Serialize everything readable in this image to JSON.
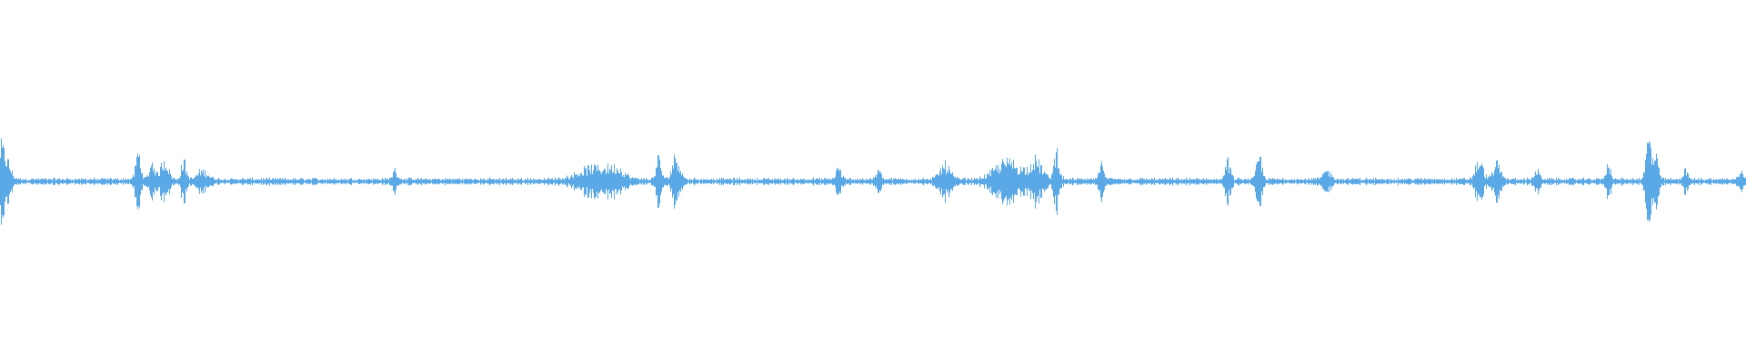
{
  "waveform": {
    "color": "#5aa9e6",
    "background": "#ffffff",
    "bursts": [
      {
        "pos": 0.0,
        "width": 0.003,
        "amp": 0.1
      },
      {
        "pos": 0.004,
        "width": 0.003,
        "amp": 0.05
      },
      {
        "pos": 0.079,
        "width": 0.002,
        "amp": 0.09
      },
      {
        "pos": 0.087,
        "width": 0.002,
        "amp": 0.06
      },
      {
        "pos": 0.094,
        "width": 0.003,
        "amp": 0.07
      },
      {
        "pos": 0.105,
        "width": 0.002,
        "amp": 0.06
      },
      {
        "pos": 0.116,
        "width": 0.004,
        "amp": 0.03
      },
      {
        "pos": 0.226,
        "width": 0.002,
        "amp": 0.03
      },
      {
        "pos": 0.34,
        "width": 0.012,
        "amp": 0.04
      },
      {
        "pos": 0.353,
        "width": 0.006,
        "amp": 0.03
      },
      {
        "pos": 0.377,
        "width": 0.002,
        "amp": 0.07
      },
      {
        "pos": 0.387,
        "width": 0.003,
        "amp": 0.08
      },
      {
        "pos": 0.48,
        "width": 0.002,
        "amp": 0.04
      },
      {
        "pos": 0.503,
        "width": 0.002,
        "amp": 0.03
      },
      {
        "pos": 0.541,
        "width": 0.004,
        "amp": 0.05
      },
      {
        "pos": 0.577,
        "width": 0.01,
        "amp": 0.06
      },
      {
        "pos": 0.593,
        "width": 0.005,
        "amp": 0.06
      },
      {
        "pos": 0.605,
        "width": 0.002,
        "amp": 0.1
      },
      {
        "pos": 0.631,
        "width": 0.002,
        "amp": 0.05
      },
      {
        "pos": 0.703,
        "width": 0.002,
        "amp": 0.06
      },
      {
        "pos": 0.721,
        "width": 0.002,
        "amp": 0.08
      },
      {
        "pos": 0.76,
        "width": 0.003,
        "amp": 0.03
      },
      {
        "pos": 0.847,
        "width": 0.003,
        "amp": 0.06
      },
      {
        "pos": 0.857,
        "width": 0.003,
        "amp": 0.05
      },
      {
        "pos": 0.88,
        "width": 0.002,
        "amp": 0.03
      },
      {
        "pos": 0.921,
        "width": 0.002,
        "amp": 0.05
      },
      {
        "pos": 0.944,
        "width": 0.002,
        "amp": 0.14
      },
      {
        "pos": 0.948,
        "width": 0.002,
        "amp": 0.08
      },
      {
        "pos": 0.965,
        "width": 0.002,
        "amp": 0.03
      },
      {
        "pos": 0.997,
        "width": 0.002,
        "amp": 0.03
      }
    ]
  }
}
